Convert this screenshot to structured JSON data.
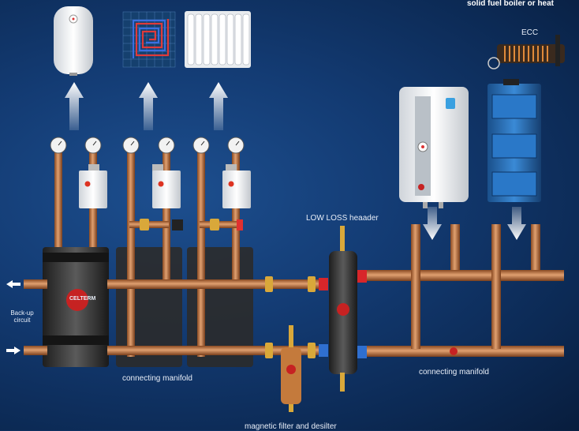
{
  "labels": {
    "top_right": "solid fuel boiler or heat",
    "ecc": "ECC",
    "low_loss_header": "LOW LOSS heaader",
    "backup_circuit": "Back-up\ncircuit",
    "connecting_manifold_left": "connecting manifold",
    "connecting_manifold_right": "connecting manifold",
    "magnetic_filter": "magnetic filter and desilter",
    "brand": "CELTERM"
  },
  "colors": {
    "background": "#133b73",
    "copper": "#c9804a",
    "hot": "#d8262a",
    "cold": "#2f6fd0",
    "manifold_body": "#3a3a3a",
    "boiler_blue": "#2a6fb0"
  },
  "icons": {
    "boiler_water_heater": "water-heater-icon",
    "floor_heating": "underfloor-heating-icon",
    "radiator": "radiator-icon",
    "gauge": "pressure-gauge-icon",
    "pump": "circulation-pump-icon",
    "arrow_up": "arrow-up-icon",
    "arrow_down": "arrow-down-icon"
  }
}
